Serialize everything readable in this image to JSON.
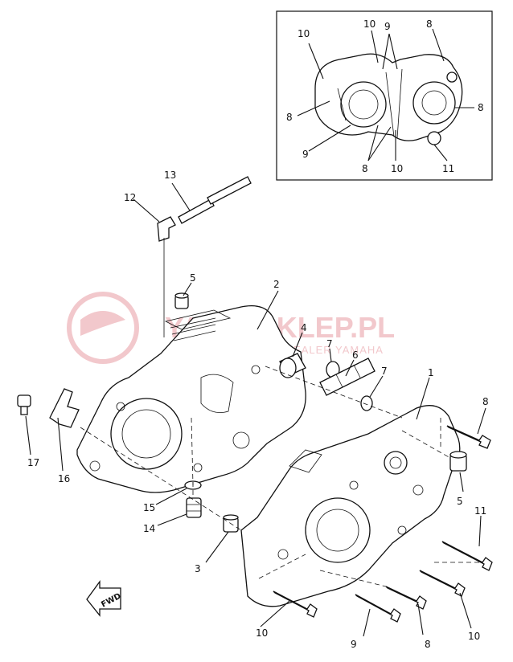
{
  "watermark": {
    "title": "YAMA-SKLEP.PL",
    "subtitle": "AUTORYZOWANY DEALER YAMAHA"
  },
  "fwd_arrow": {
    "text": "FWD"
  },
  "inset": {
    "callouts": [
      "10",
      "10",
      "9",
      "8",
      "8",
      "8",
      "9",
      "8",
      "10",
      "11"
    ]
  },
  "main": {
    "callouts": [
      "13",
      "12",
      "5",
      "2",
      "4",
      "7",
      "6",
      "7",
      "1",
      "8",
      "5",
      "11",
      "17",
      "16",
      "15",
      "14",
      "3",
      "10",
      "9",
      "8",
      "10"
    ]
  }
}
